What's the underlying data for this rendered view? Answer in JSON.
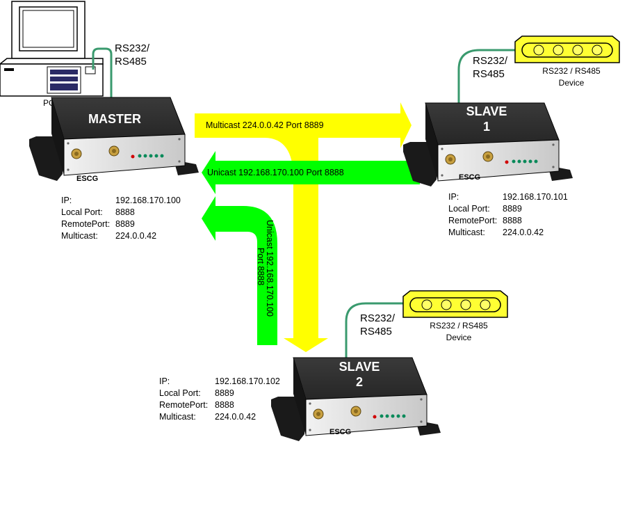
{
  "pc": {
    "label": "PC"
  },
  "master": {
    "name": "MASTER",
    "brand": "ESCG",
    "serial_label": "RS232/\nRS485",
    "info": [
      {
        "key": "IP:",
        "value": "192.168.170.100"
      },
      {
        "key": "Local Port:",
        "value": "8888"
      },
      {
        "key": "RemotePort:",
        "value": "8889"
      },
      {
        "key": "Multicast:",
        "value": "224.0.0.42"
      }
    ]
  },
  "slave1": {
    "name_line1": "SLAVE",
    "name_line2": "1",
    "brand": "ESCG",
    "serial_label": "RS232/\nRS485",
    "device_label_line1": "RS232 / RS485",
    "device_label_line2": "Device",
    "info": [
      {
        "key": "IP:",
        "value": "192.168.170.101"
      },
      {
        "key": "Local Port:",
        "value": "8889"
      },
      {
        "key": "RemotePort:",
        "value": "8888"
      },
      {
        "key": "Multicast:",
        "value": "224.0.0.42"
      }
    ]
  },
  "slave2": {
    "name_line1": "SLAVE",
    "name_line2": "2",
    "brand": "ESCG",
    "serial_label": "RS232/\nRS485",
    "device_label_line1": "RS232 / RS485",
    "device_label_line2": "Device",
    "info": [
      {
        "key": "IP:",
        "value": "192.168.170.102"
      },
      {
        "key": "Local Port:",
        "value": "8889"
      },
      {
        "key": "RemotePort:",
        "value": "8888"
      },
      {
        "key": "Multicast:",
        "value": "224.0.0.42"
      }
    ]
  },
  "arrows": {
    "multicast": "Multicast 224.0.0.42 Port 8889",
    "unicast_master": "Unicast 192.168.170.100 Port 8888",
    "unicast_slave2_line1": "Unicast 192.168.170.100",
    "unicast_slave2_line2": "Port 8888"
  },
  "colors": {
    "multicast_arrow": "#ffff00",
    "unicast_arrow": "#00ff00",
    "cable": "#3a9a6e",
    "device_fill": "#ffff33",
    "box_top": "#333333",
    "box_face": "#dcdcdc"
  },
  "icons": [
    "computer-icon",
    "serial-device-icon",
    "escg-box-icon",
    "led-indicator-icon"
  ]
}
